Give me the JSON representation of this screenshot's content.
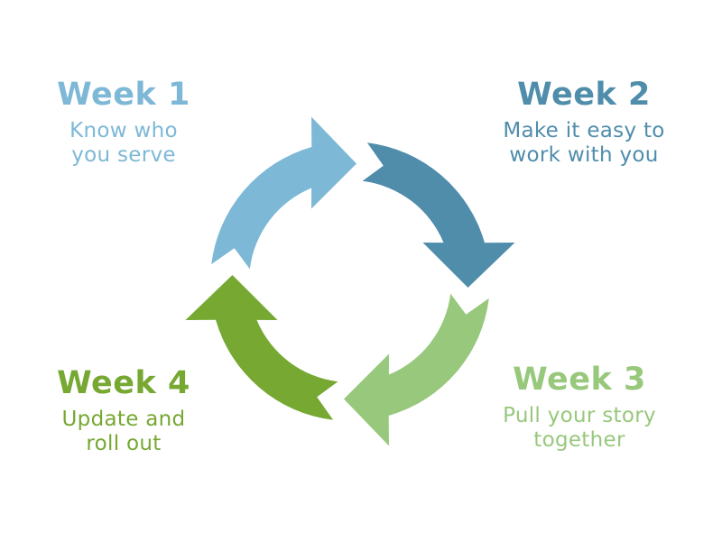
{
  "background_color": "#ffffff",
  "diagram": {
    "type": "cycle",
    "direction": "clockwise",
    "steps": [
      {
        "label": "Week 1",
        "description": "Know who you serve",
        "lines": [
          "Know who",
          "you serve"
        ],
        "color": "#7db8d6",
        "position": "top-left"
      },
      {
        "label": "Week 2",
        "description": "Make it easy to work with you",
        "lines": [
          "Make it easy to",
          "work with you"
        ],
        "color": "#4f8dab",
        "position": "top-right"
      },
      {
        "label": "Week 3",
        "description": "Pull your story together",
        "lines": [
          "Pull your story",
          "together"
        ],
        "color": "#97c87c",
        "position": "bottom-right"
      },
      {
        "label": "Week 4",
        "description": "Update and roll out",
        "lines": [
          "Update and",
          "roll out"
        ],
        "color": "#76a832",
        "position": "bottom-left"
      }
    ]
  }
}
